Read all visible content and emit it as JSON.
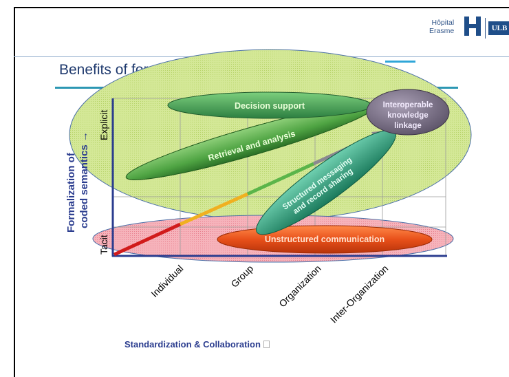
{
  "logo": {
    "hopital_line1": "Hôpital",
    "hopital_line2": "Erasme",
    "ulb": "ULB",
    "brand_color": "#1f4e89"
  },
  "slide": {
    "title": "Benefits of formal coded semantics"
  },
  "diagram": {
    "y_axis_label_line1": "Formalization of",
    "y_axis_label_line2": "coded semantics →",
    "y_ticks": [
      "Tacit",
      "Explicit"
    ],
    "x_axis_label": "Standardization & Collaboration",
    "x_ticks": [
      "Individual",
      "Group",
      "Organization",
      "Inter-Organization"
    ],
    "regions": [
      {
        "label": "Unstructured communication",
        "color": "#e8501a"
      },
      {
        "label": "Structured messaging and record sharing",
        "color": "#2a9a78"
      },
      {
        "label": "Retrieval and analysis",
        "color": "#4fa443"
      },
      {
        "label": "Decision support",
        "color": "#3f9a52"
      },
      {
        "label": "Interoperable knowledge linkage",
        "color": "#7a6f86"
      }
    ],
    "background_zones": [
      {
        "name": "explicit-zone",
        "color": "#cfe58a"
      },
      {
        "name": "tacit-zone",
        "color": "#f4a3ad"
      }
    ]
  }
}
